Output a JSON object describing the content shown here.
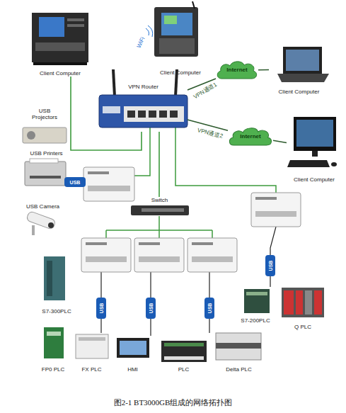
{
  "diagram": {
    "caption": "图2-1  BT3000GB组成的网络拓扑图",
    "nodes": [
      {
        "text": [
          "Client Computer"
        ]
      },
      {
        "text": [
          "Client Computer"
        ]
      },
      {
        "text": [
          "VPN Router"
        ]
      },
      {
        "text": [
          "Internet"
        ]
      },
      {
        "text": [
          "Client Computer"
        ]
      },
      {
        "text": [
          "Internet"
        ]
      },
      {
        "text": [
          "Client Computer"
        ]
      },
      {
        "text": [
          "USB Projectors"
        ]
      },
      {
        "text": [
          "USB Printers"
        ]
      },
      {
        "text": [
          "USB Camera"
        ]
      },
      {
        "text": [
          "Switch"
        ]
      },
      {
        "text": [
          "S7-300PLC"
        ]
      },
      {
        "text": [
          "S7-200PLC"
        ]
      },
      {
        "text": [
          "Q PLC"
        ]
      },
      {
        "text": [
          "FP0 PLC"
        ]
      },
      {
        "text": [
          "FX PLC"
        ]
      },
      {
        "text": [
          "HMI"
        ]
      },
      {
        "text": [
          "PLC"
        ]
      },
      {
        "text": [
          "Delta PLC"
        ]
      }
    ],
    "edges": [
      {
        "from": 0,
        "to": 2,
        "arrow": "none"
      },
      {
        "from": 2,
        "to": 3,
        "label": "VPN通道1",
        "arrow": "none"
      },
      {
        "from": 3,
        "to": 4,
        "arrow": "none"
      },
      {
        "from": 2,
        "to": 5,
        "label": "VPN通道2",
        "arrow": "none"
      },
      {
        "from": 5,
        "to": 6,
        "arrow": "none"
      },
      {
        "from": 2,
        "to": 10,
        "arrow": "none"
      }
    ],
    "labels": [
      "WiFi",
      "USB",
      "USB",
      "USB",
      "USB",
      "USB"
    ]
  }
}
